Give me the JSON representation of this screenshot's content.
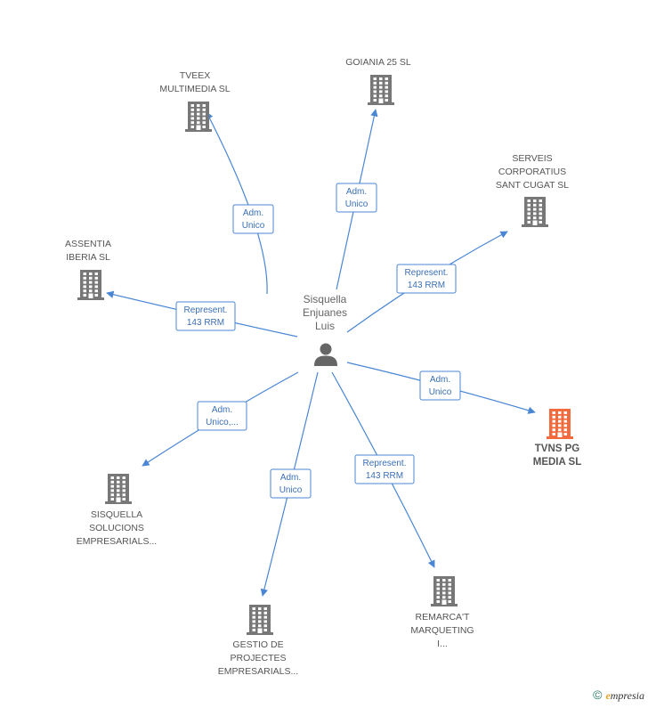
{
  "center": {
    "name_lines": [
      "Sisquella",
      "Enjuanes",
      "Luis"
    ],
    "icon": "person-icon"
  },
  "nodes": [
    {
      "id": "tveex",
      "lines": [
        "TVEEX",
        "MULTIMEDIA SL"
      ],
      "icon": "building-icon",
      "color": "#777777",
      "highlight": false
    },
    {
      "id": "goiania",
      "lines": [
        "GOIANIA 25 SL"
      ],
      "icon": "building-icon",
      "color": "#777777",
      "highlight": false
    },
    {
      "id": "serveis",
      "lines": [
        "SERVEIS",
        "CORPORATIUS",
        "SANT CUGAT SL"
      ],
      "icon": "building-icon",
      "color": "#777777",
      "highlight": false
    },
    {
      "id": "assentia",
      "lines": [
        "ASSENTIA",
        "IBERIA SL"
      ],
      "icon": "building-icon",
      "color": "#777777",
      "highlight": false
    },
    {
      "id": "tvns",
      "lines": [
        "TVNS PG",
        "MEDIA SL"
      ],
      "icon": "building-icon",
      "color": "#f26a3d",
      "highlight": true
    },
    {
      "id": "sisquella",
      "lines": [
        "SISQUELLA",
        "SOLUCIONS",
        "EMPRESARIALS..."
      ],
      "icon": "building-icon",
      "color": "#777777",
      "highlight": false
    },
    {
      "id": "gestio",
      "lines": [
        "GESTIO DE",
        "PROJECTES",
        "EMPRESARIALS..."
      ],
      "icon": "building-icon",
      "color": "#777777",
      "highlight": false
    },
    {
      "id": "remarcat",
      "lines": [
        "REMARCA'T",
        "MARQUETING",
        "I..."
      ],
      "icon": "building-icon",
      "color": "#777777",
      "highlight": false
    }
  ],
  "edges": [
    {
      "to": "tveex",
      "label": [
        "Adm.",
        "Unico"
      ]
    },
    {
      "to": "goiania",
      "label": [
        "Adm.",
        "Unico"
      ]
    },
    {
      "to": "serveis",
      "label": [
        "Represent.",
        "143 RRM"
      ]
    },
    {
      "to": "assentia",
      "label": [
        "Represent.",
        "143 RRM"
      ]
    },
    {
      "to": "tvns",
      "label": [
        "Adm.",
        "Unico"
      ]
    },
    {
      "to": "sisquella",
      "label": [
        "Adm.",
        "Unico,..."
      ]
    },
    {
      "to": "gestio",
      "label": [
        "Adm.",
        "Unico"
      ]
    },
    {
      "to": "remarcat",
      "label": [
        "Represent.",
        "143 RRM"
      ]
    }
  ],
  "colors": {
    "edge": "#4a86d4",
    "node_default": "#777777",
    "node_highlight": "#f26a3d"
  },
  "footer": {
    "copyright": "©",
    "brand_initial": "e",
    "brand_rest": "mpresia"
  }
}
